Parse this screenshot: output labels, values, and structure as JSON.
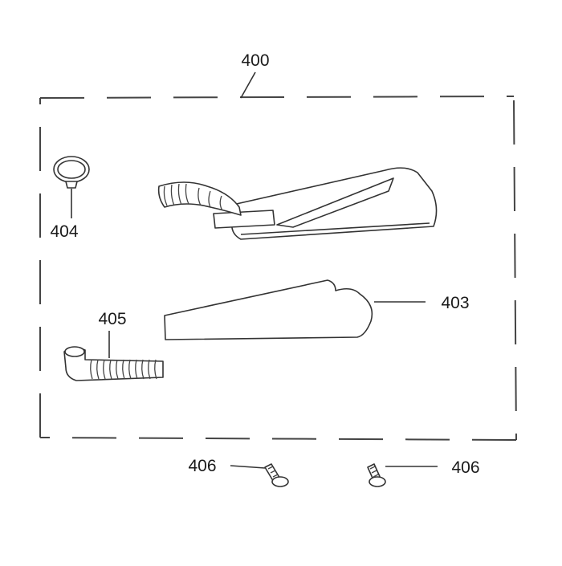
{
  "diagram": {
    "assembly_label": "400",
    "labels": {
      "seal_ring": "404",
      "duct_cover": "403",
      "hose": "405",
      "screw_left": "406",
      "screw_right": "406"
    }
  }
}
